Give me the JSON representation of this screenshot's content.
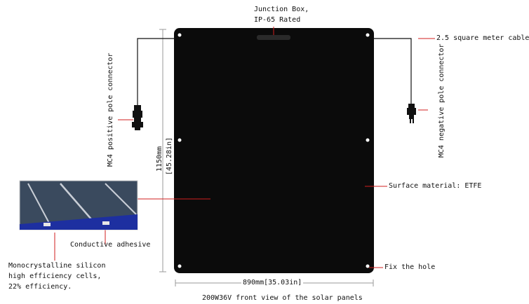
{
  "labels": {
    "junction_box_line1": "Junction Box,",
    "junction_box_line2": "IP-65 Rated",
    "cable": "2.5 square meter cable",
    "positive_connector": "MC4 positive pole connector",
    "negative_connector": "MC4 negative pole connector",
    "height_mm": "1150mm",
    "height_in": "[45.28in]",
    "surface_material": "Surface material: ETFE",
    "conductive_adhesive": "Conductive adhesive",
    "cells_line1": "Monocrystalline silicon",
    "cells_line2": "high efficiency cells,",
    "cells_line3": "22% efficiency.",
    "fix_hole": "Fix the hole",
    "width": "890mm[35.03in]",
    "caption": "200W36V front view of the solar panels"
  },
  "colors": {
    "panel": "#0b0b0b",
    "leader": "#d21f1f",
    "cell": "#3a4a5e",
    "cell_blue": "#1d2fa0"
  }
}
